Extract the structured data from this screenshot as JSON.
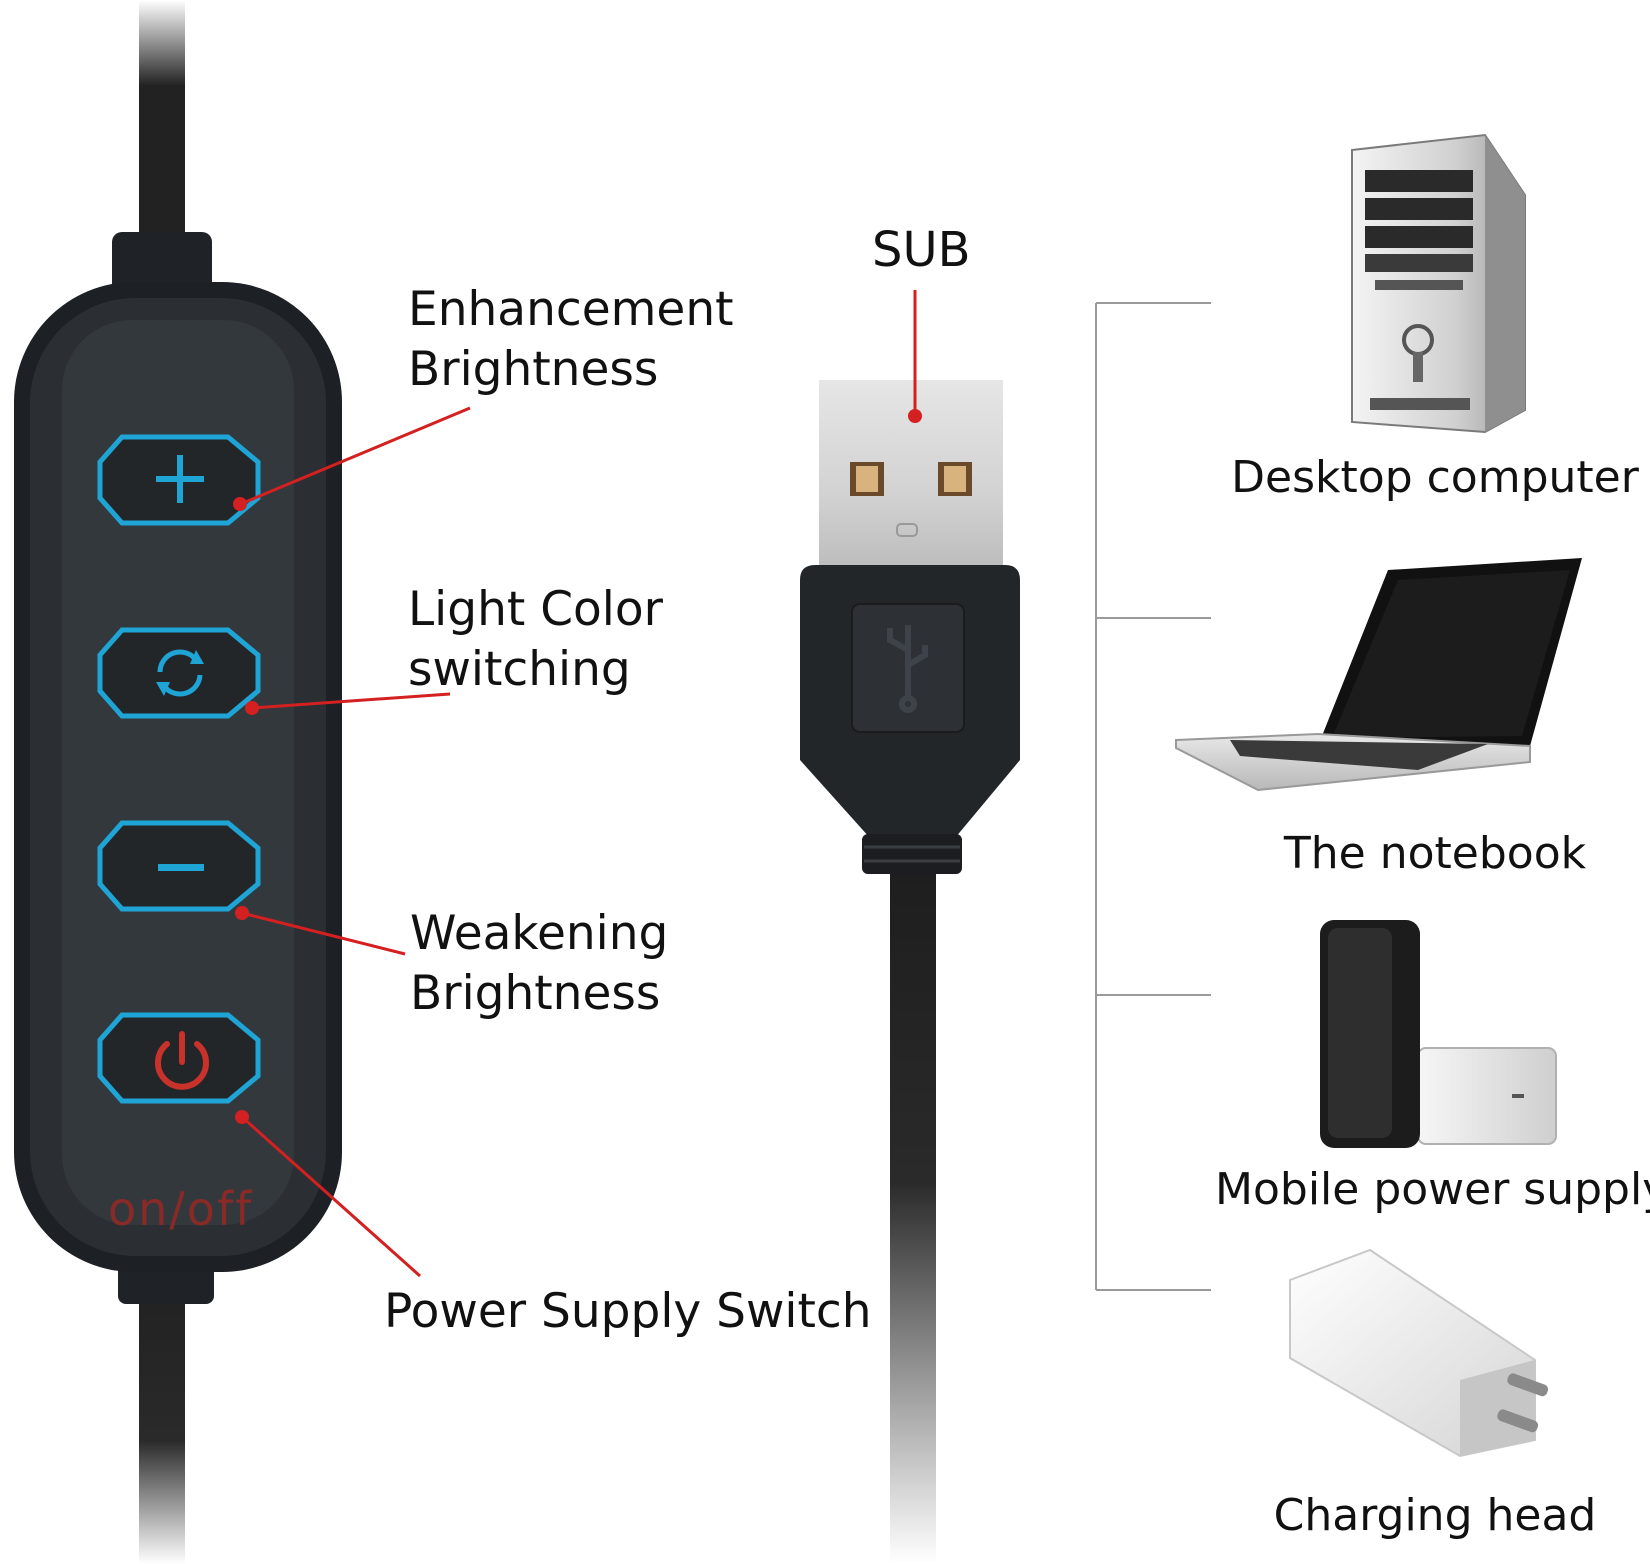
{
  "labels": {
    "usb": "SUB",
    "enhance_line1": "Enhancement",
    "enhance_line2": "Brightness",
    "color_line1": "Light Color",
    "color_line2": "switching",
    "weaken_line1": "Weakening",
    "weaken_line2": "Brightness",
    "power_switch": "Power Supply Switch",
    "onoff": "on/off"
  },
  "devices": [
    {
      "name": "Desktop computer",
      "icon": "desktop-computer-icon"
    },
    {
      "name": "The notebook",
      "icon": "laptop-icon"
    },
    {
      "name": "Mobile power supply",
      "icon": "power-bank-icon"
    },
    {
      "name": "Charging head",
      "icon": "charger-icon"
    }
  ],
  "buttons": [
    {
      "icon": "plus-icon"
    },
    {
      "icon": "cycle-icon"
    },
    {
      "icon": "minus-icon"
    },
    {
      "icon": "power-icon"
    }
  ],
  "colors": {
    "callout": "#d42020",
    "button_glow": "#1fa4d6",
    "remote_body": "#2b2f33",
    "power_icon": "#c8322b",
    "bracket": "#9a9a9a"
  }
}
